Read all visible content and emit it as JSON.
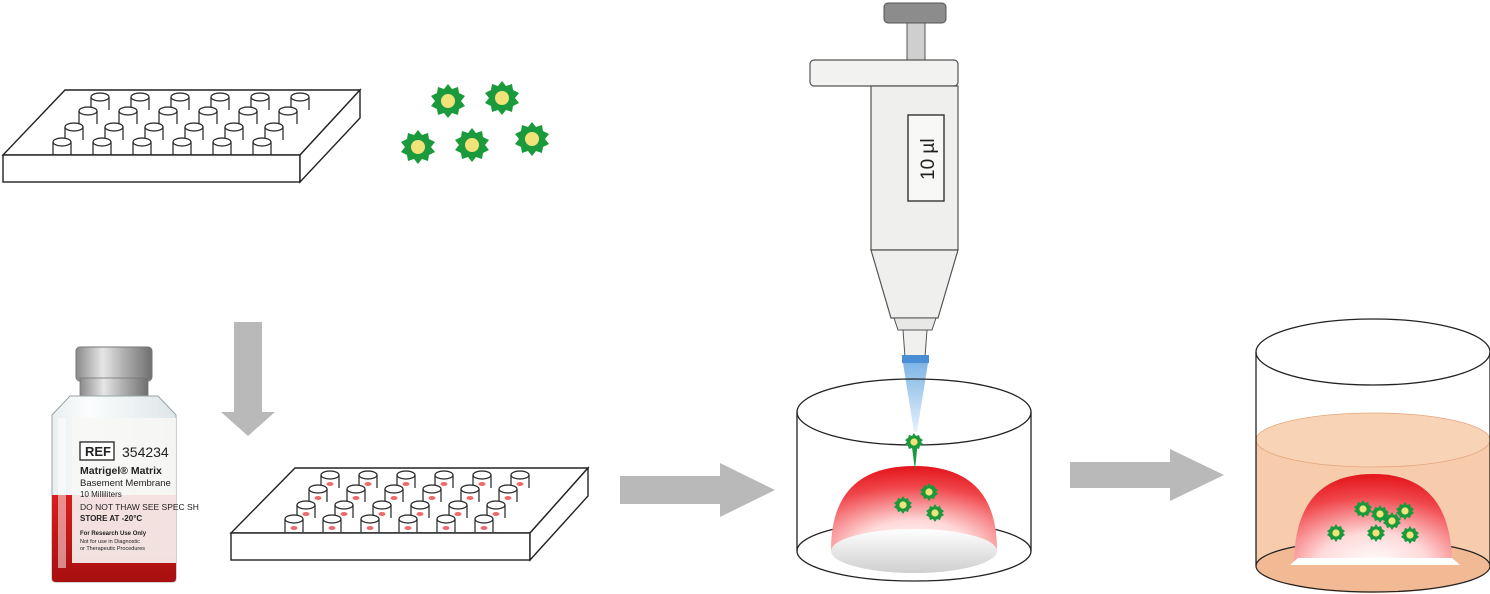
{
  "diagram": {
    "palette": {
      "outline": "#222222",
      "cell_green": "#1a9a3c",
      "cell_nucleus": "#f2e27a",
      "matrigel_red": "#e8232a",
      "arrow_gray": "#b9b9b9",
      "medium_peach": "#f6c9a8",
      "tip_blue": "#5aa0dc"
    },
    "vial": {
      "ref_label": "REF",
      "ref_number": "354234",
      "product_name": "Matrigel® Matrix",
      "product_subtitle": "Basement Membrane",
      "volume_text": "10 Milliliters",
      "warning_text": "DO NOT THAW  SEE SPEC SH",
      "storage_text": "STORE AT -20°C",
      "research_text": "For Research Use Only",
      "disclaimer_line1": "Not for use in Diagnostic",
      "disclaimer_line2": "or Therapeutic Procedures"
    },
    "pipette": {
      "volume_display": "10 µl"
    },
    "icons": [
      "well-plate-icon",
      "cell-icon",
      "arrow-down-icon",
      "arrow-right-icon",
      "pipette-icon",
      "dome-well-icon"
    ]
  }
}
